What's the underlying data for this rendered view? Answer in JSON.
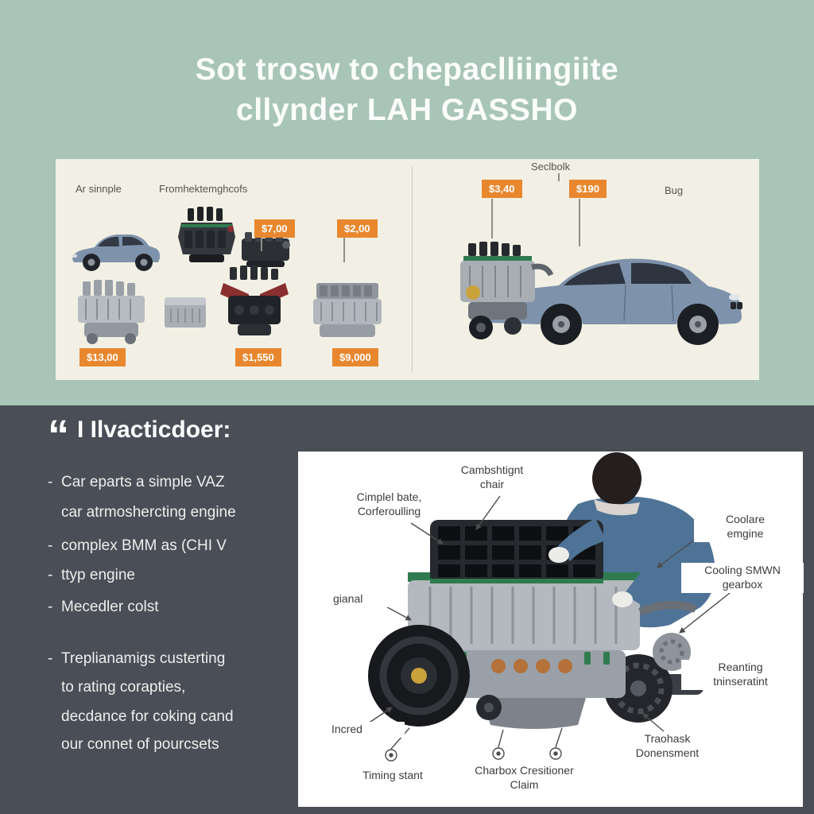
{
  "title": {
    "line1": "Sot trosw to chepaclliingiite",
    "line2": "cllynder LAH GASSHO"
  },
  "comparison_panel": {
    "left": {
      "header_label_1": "Ar sinnple",
      "header_label_2": "Fromhektemghcofs",
      "price_tags_row1": [
        "$7,00",
        "$2,00"
      ],
      "price_tags_row2": [
        "$13,00",
        "$1,550",
        "$9,000"
      ]
    },
    "right": {
      "header_label": "Seclbolk",
      "price_tags": [
        "$3,40",
        "$190"
      ],
      "side_label": "Bug"
    }
  },
  "info_section": {
    "quote_mark": "“",
    "heading": "I Ilvacticdoer:",
    "bullets": [
      {
        "marker": "-",
        "text": "Car eparts a simple VAZ"
      },
      {
        "marker": "",
        "text": "car atrmoshercting engine"
      },
      {
        "marker": "-",
        "text": "complex BMM as (CHI V"
      },
      {
        "marker": "-",
        "text": "ttyp engine"
      },
      {
        "marker": "-",
        "text": "Mecedler colst"
      },
      {
        "marker": "-",
        "text": "Treplianamigs custerting"
      },
      {
        "marker": "",
        "text": "to rating corapties,"
      },
      {
        "marker": "",
        "text": "decdance for coking cand"
      },
      {
        "marker": "",
        "text": "our connet of pourcsets"
      }
    ]
  },
  "engine_diagram": {
    "labels": [
      "Cambshtignt\nchair",
      "Cimplel bate,\nCorferoulling",
      "Coolare\nemgine",
      "Cooling SMWN\ngearbox",
      "gianal",
      "Reanting\ntninseratint",
      "Incred",
      "Timing stant",
      "Charbox Cresitioner\nClaim",
      "Traohask\nDonensment"
    ]
  },
  "colors": {
    "top_background": "#a8c5b7",
    "panel_background": "#f2f0e4",
    "price_tag_orange": "#e8872e",
    "bottom_background": "#4a4e56",
    "diagram_background": "#ffffff",
    "gasket_green": "#2f7b4f",
    "car_body_blue": "#7e93ab",
    "mechanic_blue": "#4e7396"
  }
}
